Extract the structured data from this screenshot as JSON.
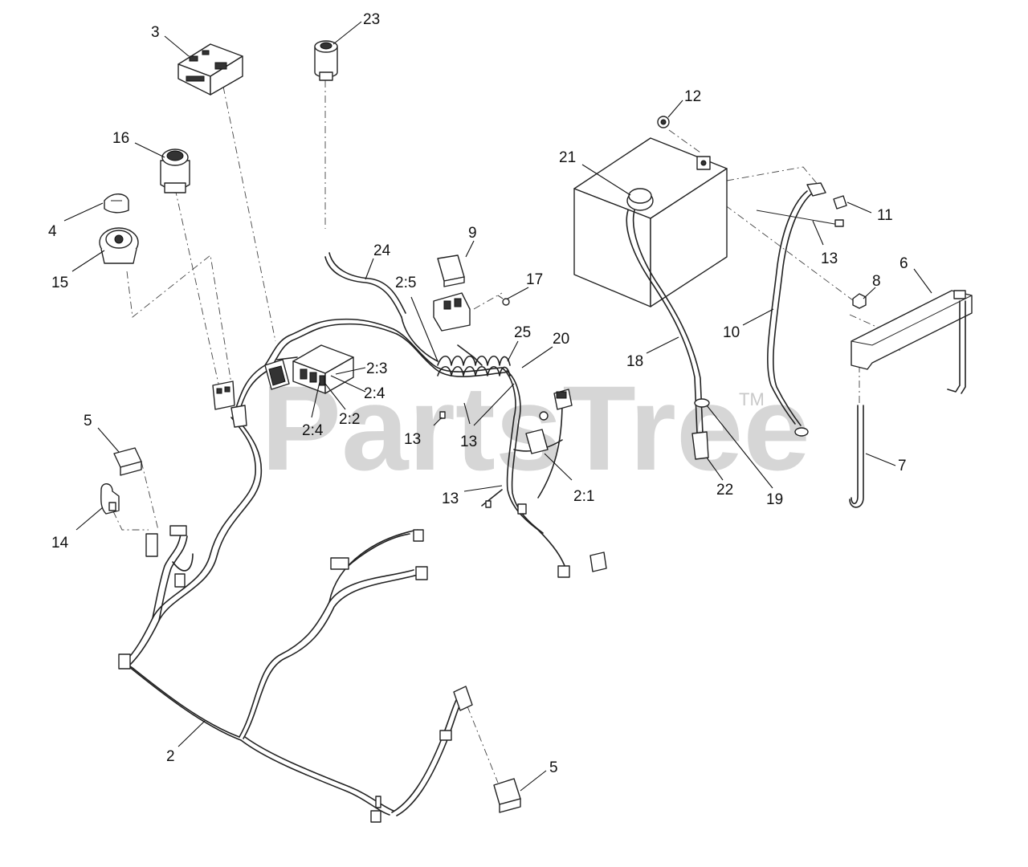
{
  "watermark": {
    "text": "PartsTree",
    "trademark": "TM"
  },
  "callouts": [
    {
      "id": "c-3",
      "text": "3"
    },
    {
      "id": "c-23",
      "text": "23"
    },
    {
      "id": "c-16",
      "text": "16"
    },
    {
      "id": "c-4",
      "text": "4"
    },
    {
      "id": "c-15",
      "text": "15"
    },
    {
      "id": "c-24",
      "text": "24"
    },
    {
      "id": "c-9",
      "text": "9"
    },
    {
      "id": "c-17",
      "text": "17"
    },
    {
      "id": "c-2-5",
      "text": "2:5"
    },
    {
      "id": "c-25",
      "text": "25"
    },
    {
      "id": "c-20",
      "text": "20"
    },
    {
      "id": "c-2-3",
      "text": "2:3"
    },
    {
      "id": "c-2-4a",
      "text": "2:4"
    },
    {
      "id": "c-2-4b",
      "text": "2:4"
    },
    {
      "id": "c-2-2",
      "text": "2:2"
    },
    {
      "id": "c-13a",
      "text": "13"
    },
    {
      "id": "c-13b",
      "text": "13"
    },
    {
      "id": "c-13c",
      "text": "13"
    },
    {
      "id": "c-13d",
      "text": "13"
    },
    {
      "id": "c-2-1",
      "text": "2:1"
    },
    {
      "id": "c-5a",
      "text": "5"
    },
    {
      "id": "c-14",
      "text": "14"
    },
    {
      "id": "c-2",
      "text": "2"
    },
    {
      "id": "c-5b",
      "text": "5"
    },
    {
      "id": "c-12",
      "text": "12"
    },
    {
      "id": "c-21",
      "text": "21"
    },
    {
      "id": "c-11",
      "text": "11"
    },
    {
      "id": "c-6",
      "text": "6"
    },
    {
      "id": "c-8",
      "text": "8"
    },
    {
      "id": "c-10",
      "text": "10"
    },
    {
      "id": "c-18",
      "text": "18"
    },
    {
      "id": "c-22",
      "text": "22"
    },
    {
      "id": "c-19",
      "text": "19"
    },
    {
      "id": "c-7",
      "text": "7"
    }
  ]
}
